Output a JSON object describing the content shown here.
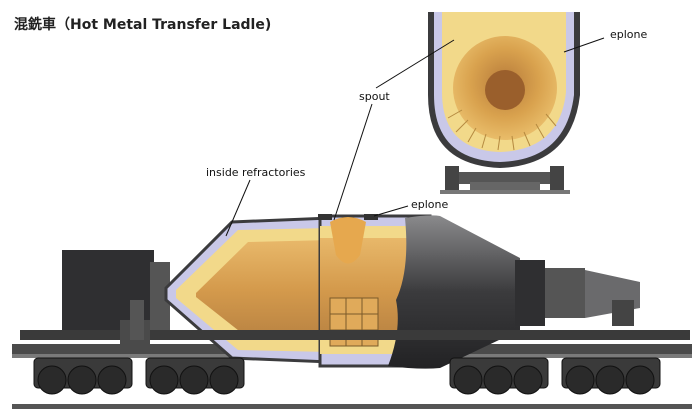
{
  "title": "混銑車（Hot Metal Transfer Ladle)",
  "labels": {
    "eplone_top": "eplone",
    "spout": "spout",
    "inside_refractories": "inside refractories",
    "eplone_side": "eplone"
  },
  "colors": {
    "shell_dark": "#3b3b3d",
    "shell_mid": "#6a6a6c",
    "refractory_yellow": "#f2d98a",
    "inner_orange": "#d9a24e",
    "lining_lavender": "#c9c8e8",
    "rail": "#4a4a4a"
  }
}
